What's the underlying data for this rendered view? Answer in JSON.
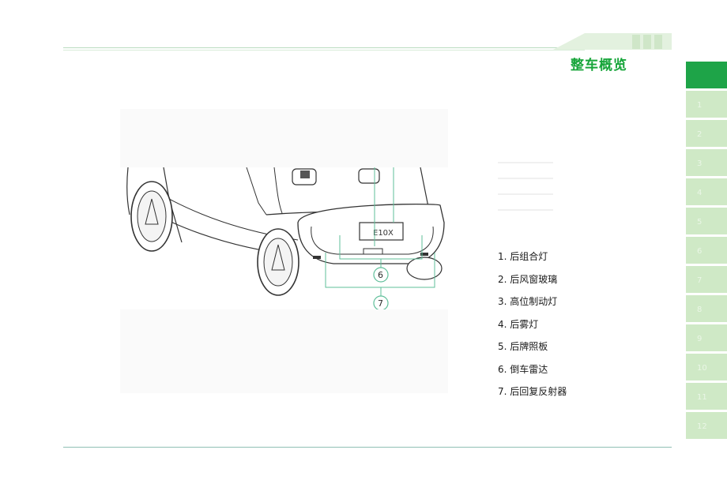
{
  "header": {
    "section_title": "整车概览"
  },
  "sidebar": {
    "tabs": [
      "",
      "1",
      "2",
      "3",
      "4",
      "5",
      "6",
      "7",
      "8",
      "9",
      "10",
      "11",
      "12"
    ]
  },
  "figure": {
    "plate_text": "E10X",
    "callouts": [
      "6",
      "7"
    ]
  },
  "legend": {
    "items": [
      "1. 后组合灯",
      "2. 后风窗玻璃",
      "3. 高位制动灯",
      "4. 后雾灯",
      "5. 后牌照板",
      "6. 倒车雷达",
      "7. 后回复反射器"
    ]
  },
  "colors": {
    "accent": "#17a53a",
    "tab_light": "#cfe9c6",
    "tab_active": "#1ea448",
    "callout_line": "#5fbf9a"
  }
}
